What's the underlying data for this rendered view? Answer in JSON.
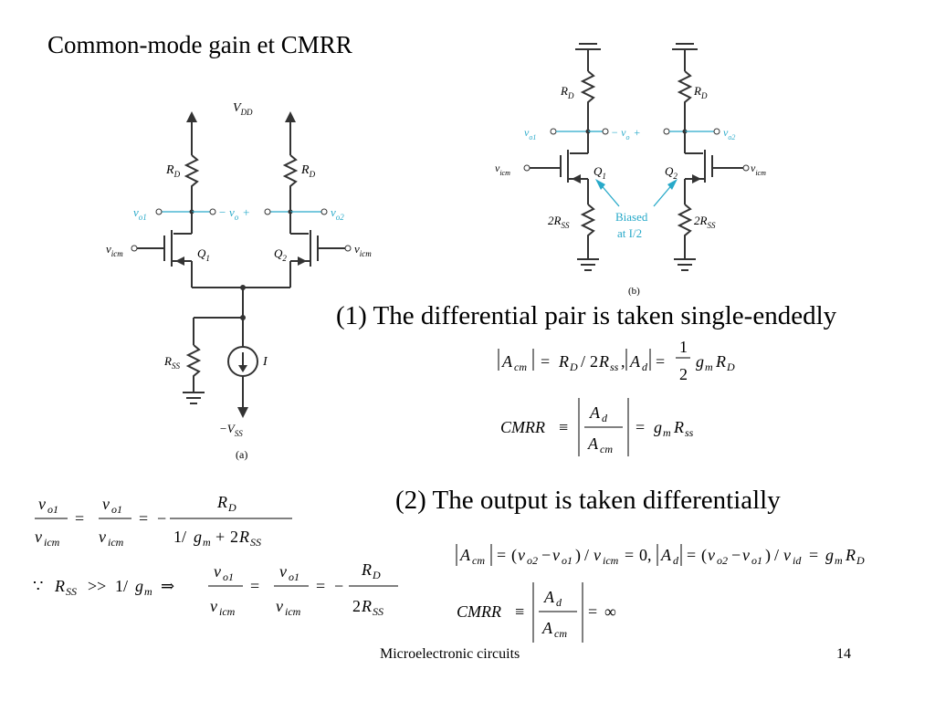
{
  "title": "Common-mode gain et CMRR",
  "fig_a": {
    "vdd": "V",
    "vdd_sub": "DD",
    "rd": "R",
    "rd_sub": "D",
    "vo1": "v",
    "vo1_sub": "o1",
    "vo2": "v",
    "vo2_sub": "o2",
    "vo_mid": "− v",
    "vo_mid_sub": "o",
    "vo_plus": "+",
    "vicm": "v",
    "vicm_sub": "icm",
    "q1": "Q",
    "q1_sub": "1",
    "q2": "Q",
    "q2_sub": "2",
    "rss": "R",
    "rss_sub": "SS",
    "i": "I",
    "vss": "−V",
    "vss_sub": "SS",
    "caption": "(a)"
  },
  "fig_b": {
    "rd": "R",
    "rd_sub": "D",
    "vo1": "v",
    "vo1_sub": "o1",
    "vo2": "v",
    "vo2_sub": "o2",
    "vo_mid": "− v",
    "vo_mid_sub": "o",
    "vo_plus": "+",
    "vicm": "v",
    "vicm_sub": "icm",
    "q1": "Q",
    "q1_sub": "1",
    "q2": "Q",
    "q2_sub": "2",
    "rss": "2R",
    "rss_sub": "SS",
    "biased_1": "Biased",
    "biased_2": "at I/2",
    "caption": "(b)"
  },
  "section1": "(1) The differential pair is taken single-endedly",
  "section2": "(2) The output is taken differentially",
  "footer": {
    "course": "Microelectronic circuits",
    "page": "14"
  },
  "eq": {
    "A": "A",
    "cm": "cm",
    "d": "d",
    "id": "id",
    "RD": "R",
    "D": "D",
    "Rss": "R",
    "ss": "ss",
    "SS": "SS",
    "gm": "g",
    "m": "m",
    "v": "v",
    "o1": "o1",
    "o2": "o2",
    "icm": "icm",
    "CMRR": "CMRR",
    "equiv": "≡",
    "eq": "=",
    "minus": "−",
    "plus": "+",
    "slash": "/",
    "two": "2",
    "one": "1",
    "half_num": "1",
    "half_den": "2",
    "zero": "0,",
    "infinity": "∞",
    "comma": ",",
    "because": "∵",
    "gg": ">>",
    "implies": "⇒",
    "one_over": "1/",
    "lp": "(",
    "rp": ")"
  }
}
